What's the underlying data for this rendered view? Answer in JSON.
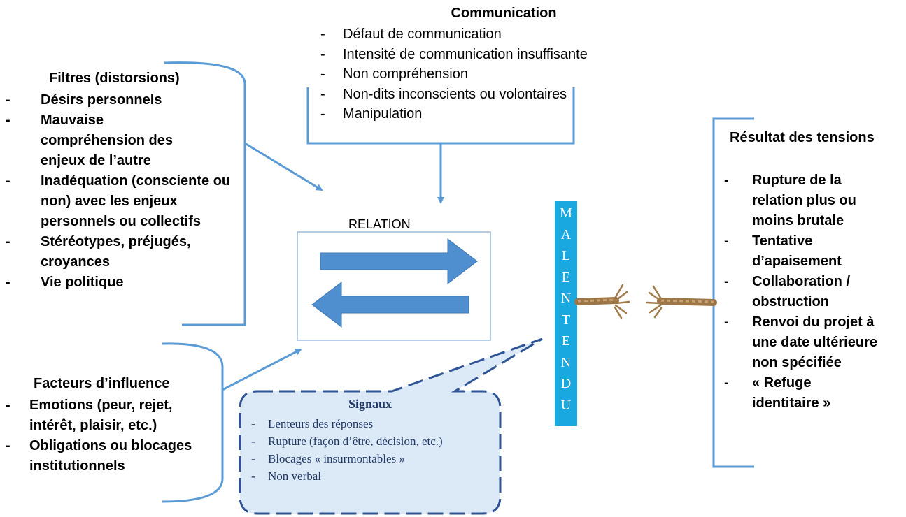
{
  "communication": {
    "title": "Communication",
    "items": [
      "Défaut de communication",
      "Intensité de communication insuffisante",
      "Non compréhension",
      "Non-dits inconscients ou  volontaires",
      "Manipulation"
    ]
  },
  "filters": {
    "title": "Filtres (distorsions)",
    "items": [
      "Désirs personnels",
      "Mauvaise compréhension des enjeux de l’autre",
      "Inadéquation (consciente ou non) avec les enjeux personnels ou collectifs",
      "Stéréotypes, préjugés, croyances",
      "Vie politique"
    ]
  },
  "influence": {
    "title": "Facteurs d’influence",
    "items": [
      "Emotions (peur, rejet, intérêt, plaisir, etc.)",
      "Obligations ou blocages institutionnels"
    ]
  },
  "relation": {
    "label": "RELATION"
  },
  "malentendu": {
    "letters": [
      "M",
      "A",
      "L",
      "E",
      "N",
      "T",
      "E",
      "N",
      "D",
      "U"
    ]
  },
  "signals": {
    "title": "Signaux",
    "items": [
      "Lenteurs des réponses",
      "Rupture  (façon d’être, décision, etc.)",
      "Blocages « insurmontables »",
      "Non verbal"
    ]
  },
  "results": {
    "title": "Résultat des tensions",
    "items": [
      "Rupture de la relation plus ou moins brutale",
      "Tentative d’apaisement",
      "Collaboration / obstruction",
      "Renvoi du projet à une date ultérieure non spécifiée",
      "« Refuge identitaire »"
    ]
  },
  "colors": {
    "line": "#5b9bd5",
    "arrow": "#5b9bd5",
    "banner": "#1aa8e0",
    "callout_fill": "#dce9f7",
    "callout_border": "#2f5597",
    "rope": "#a27a4a"
  }
}
